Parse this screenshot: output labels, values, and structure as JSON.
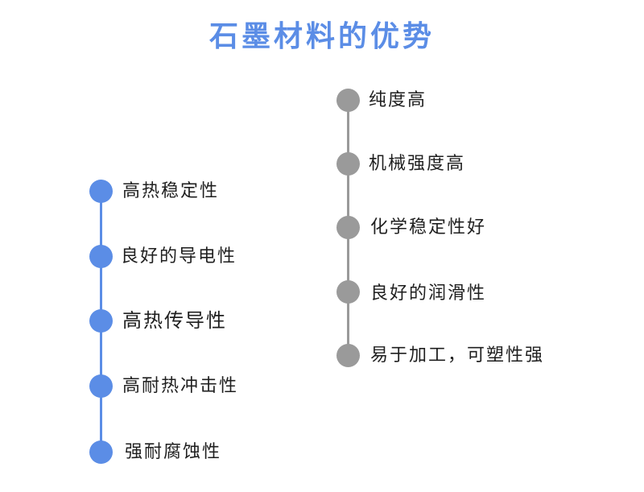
{
  "title": "石墨材料的优势",
  "colors": {
    "title": "#5b8de6",
    "left_accent": "#5b8de6",
    "right_accent": "#9a9a9a",
    "text": "#1f1f1f"
  },
  "left_column": {
    "items": [
      {
        "label": "高热稳定性"
      },
      {
        "label": "良好的导电性"
      },
      {
        "label": "高热传导性"
      },
      {
        "label": "高耐热冲击性"
      },
      {
        "label": "强耐腐蚀性"
      }
    ]
  },
  "right_column": {
    "items": [
      {
        "label": "纯度高"
      },
      {
        "label": "机械强度高"
      },
      {
        "label": "化学稳定性好"
      },
      {
        "label": "良好的润滑性"
      },
      {
        "label": "易于加工，可塑性强"
      }
    ]
  }
}
